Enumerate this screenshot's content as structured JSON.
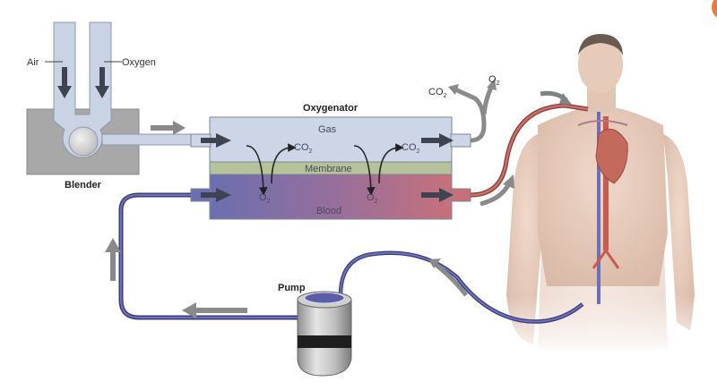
{
  "diagram": {
    "title": "Extracorporeal membrane oxygenation circuit",
    "labels": {
      "air": "Air",
      "oxygen": "Oxygen",
      "blender": "Blender",
      "oxygenator": "Oxygenator",
      "gas": "Gas",
      "membrane": "Membrane",
      "blood": "Blood",
      "pump": "Pump",
      "co2": "CO",
      "o2": "O",
      "sub2": "2"
    },
    "colors": {
      "tube_gas": "#c9d3e3",
      "blender_box": "#a8a8a8",
      "gas_chamber": "#cdd6e6",
      "membrane": "#b5c29a",
      "blood_venous": "#6b6fb0",
      "blood_arterial": "#c7707a",
      "venous_line": "#4c4f9a",
      "arterial_line": "#b4534f",
      "flow_arrow": "#8a8a8a",
      "dark_arrow": "#3d4350",
      "skin": "#e9cfc0",
      "corner_badge": "#f07a30"
    }
  }
}
